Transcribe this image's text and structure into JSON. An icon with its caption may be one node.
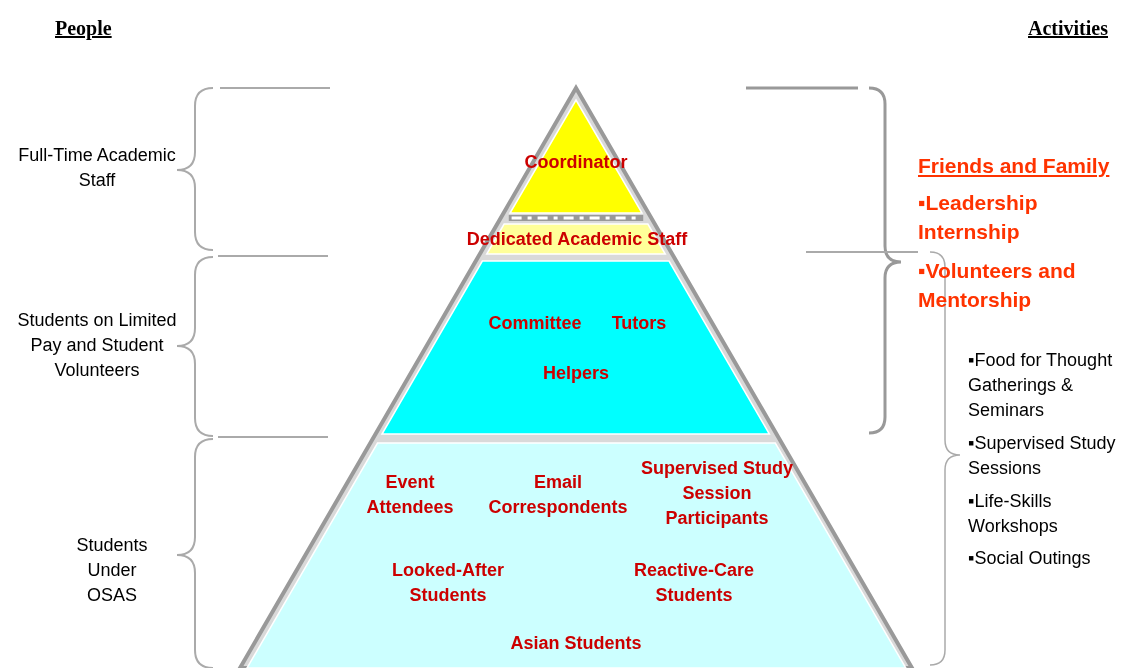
{
  "diagram": {
    "nodes": [
      {
        "text": [
          "Coordinator"
        ]
      },
      {
        "text": [
          "Dedicated Academic Staff"
        ]
      },
      {
        "text": [
          "Committee",
          "Tutors",
          "Helpers"
        ]
      },
      {
        "text": [
          "Event Attendees",
          "Email Correspondents",
          "Supervised Study Session Participants",
          "Looked-After Students",
          "Reactive-Care Students",
          "Asian Students"
        ]
      }
    ],
    "labels": [
      "People",
      "Activities",
      "Full-Time Academic Staff",
      "Friends and Family",
      "▪Leadership Internship",
      "▪Volunteers and Mentorship",
      "Students on Limited Pay and Student Volunteers",
      "▪Food for Thought Gatherings & Seminars",
      "▪Supervised Study Sessions",
      "▪Life-Skills Workshops",
      "▪Social Outings",
      "Students Under OSAS"
    ]
  }
}
